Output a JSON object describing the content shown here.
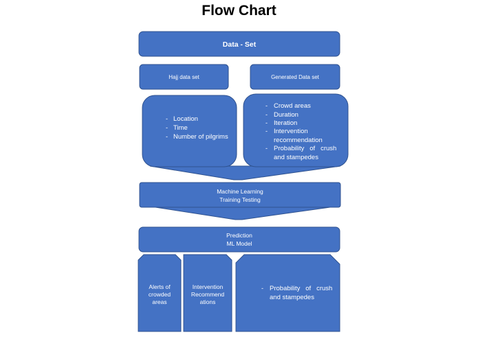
{
  "title": "Flow Chart",
  "colors": {
    "fill": "#4472c4",
    "stroke": "#2f528f",
    "text": "#ffffff"
  },
  "nodes": {
    "dataset": "Data - Set",
    "hajj": "Hajj data set",
    "generated": "Generated Data set",
    "hajj_features": [
      "Location",
      "Time",
      "Number of pilgrims"
    ],
    "generated_features": [
      "Crowd areas",
      "Duration",
      "Iteration",
      "Intervention",
      "recommendation",
      "Probability   of   crush",
      "and stampedes"
    ],
    "ml": [
      "Machine Learning",
      "Training Testing"
    ],
    "prediction": [
      "Prediction",
      "ML Model"
    ],
    "alerts": [
      "Alerts of",
      "crowded",
      "areas"
    ],
    "intervention": [
      "Intervention",
      "Recommend",
      "ations"
    ],
    "probability": [
      "Probability   of   crush",
      "and stampedes"
    ]
  }
}
